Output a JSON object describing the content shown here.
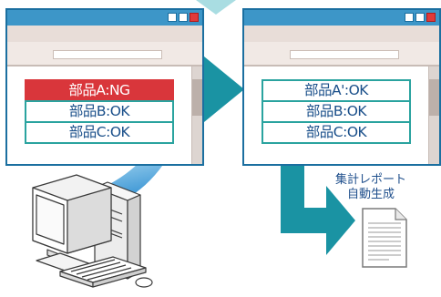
{
  "window_left": {
    "rows": [
      {
        "text": "部品A:NG",
        "status": "ng"
      },
      {
        "text": "部品B:OK",
        "status": "ok"
      },
      {
        "text": "部品C:OK",
        "status": "ok"
      }
    ]
  },
  "window_right": {
    "rows": [
      {
        "text": "部品A':OK",
        "status": "ok"
      },
      {
        "text": "部品B:OK",
        "status": "ok"
      },
      {
        "text": "部品C:OK",
        "status": "ok"
      }
    ]
  },
  "report": {
    "label_line1": "集計レポート",
    "label_line2": "自動生成"
  },
  "colors": {
    "teal_arrow": "#1a93a3",
    "ng_red": "#d9363b",
    "row_border": "#2aa39f",
    "window_frame": "#1b6fa0",
    "title_bar": "#3d96c8"
  }
}
